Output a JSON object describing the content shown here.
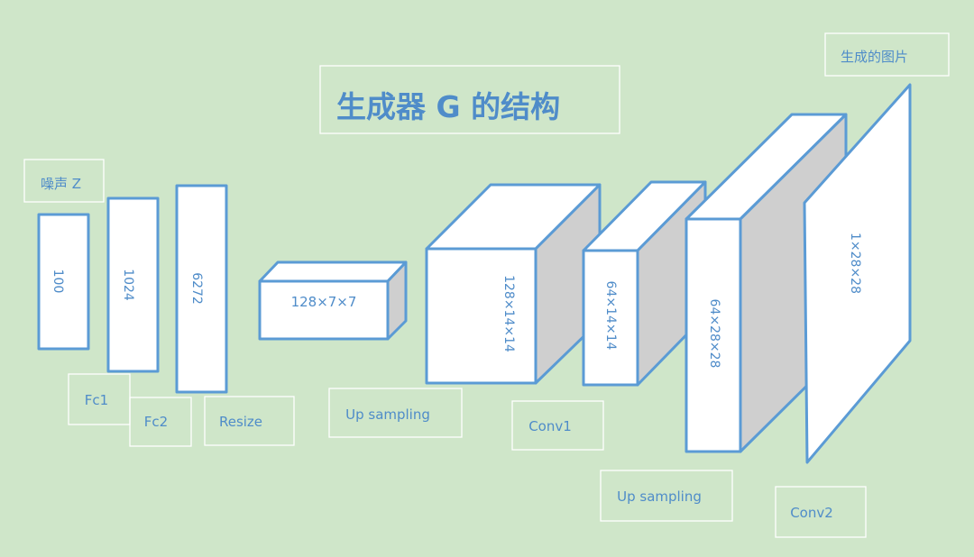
{
  "title": "生成器 G 的结构",
  "output_label": "生成的图片",
  "noise_label": "噪声 Z",
  "layers": [
    {
      "label": "Fc1",
      "size": "100"
    },
    {
      "label": "Fc2",
      "size": "1024"
    },
    {
      "label": "Resize",
      "size": "6272"
    },
    {
      "label": "Up sampling",
      "size": "128×7×7"
    },
    {
      "label": "Conv1",
      "size": "128×14×14"
    },
    {
      "label": "Up sampling",
      "size": "64×14×14"
    },
    {
      "label": "Conv2",
      "size": "64×28×28"
    },
    {
      "label": "",
      "size": "1×28×28"
    }
  ],
  "colors": {
    "background": "#cfe6c9",
    "stroke": "#5b9bd5",
    "text": "#4f8cc9",
    "block_fill": "#ffffff",
    "side_fill": "#cfcfcf"
  }
}
